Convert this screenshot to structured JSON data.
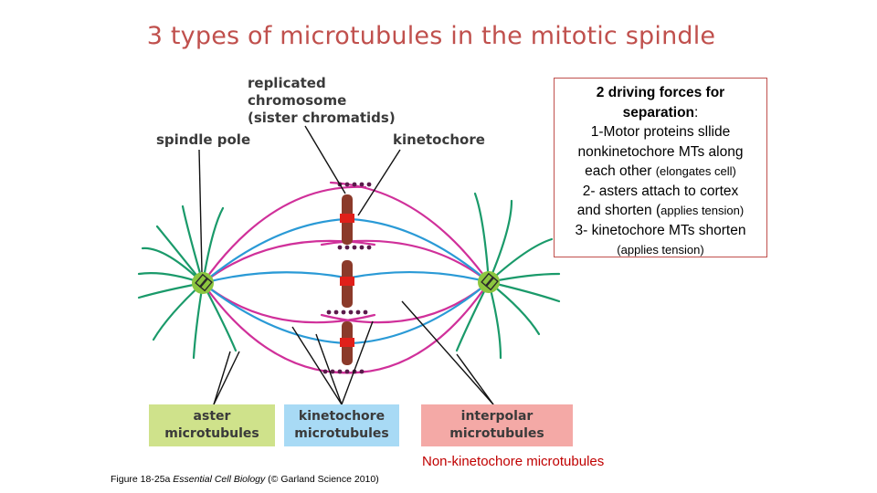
{
  "title": "3 types of microtubules in the mitotic spindle",
  "labels": {
    "replicated_chromosome": [
      "replicated",
      "chromosome",
      "(sister chromatids)"
    ],
    "spindle_pole": "spindle pole",
    "kinetochore": "kinetochore"
  },
  "boxes": {
    "aster": [
      "aster",
      "microtubules"
    ],
    "kinetochore": [
      "kinetochore",
      "microtubules"
    ],
    "interpolar": [
      "interpolar",
      "microtubules"
    ]
  },
  "note": {
    "heading_line1": "2 driving forces for",
    "heading_line2_bold": "separation",
    "heading_line2_colon": ":",
    "line1": "1-Motor proteins sllide",
    "line2": "nonkinetochore MTs along",
    "line3_main": "each other",
    "line3_small": "(elongates cell)",
    "line4": "2- asters attach to cortex",
    "line5_main": "and shorten (",
    "line5_small": "applies tension)",
    "line6": "3- kinetochore MTs shorten",
    "line7_small": "(applies tension)"
  },
  "non_kinetochore": "Non-kinetochore microtubules",
  "caption": {
    "figure": "Figure 18-25a ",
    "book": "Essential Cell Biology",
    "credit": " (© Garland Science 2010)"
  },
  "colors": {
    "title": "#c0504d",
    "aster_mt": "#1a9a6a",
    "kinetochore_mt": "#2a9ad6",
    "interpolar_mt": "#d0309a",
    "pole": "#8cc63f",
    "chromosome": "#8b3a2a",
    "kinetochore": "#e0201a",
    "aster_box": "#cfe28b",
    "kinetochore_box": "#a8daf5",
    "interpolar_box": "#f4a9a6",
    "note_border": "#c0504d",
    "non_kinetochore_text": "#c00000"
  }
}
